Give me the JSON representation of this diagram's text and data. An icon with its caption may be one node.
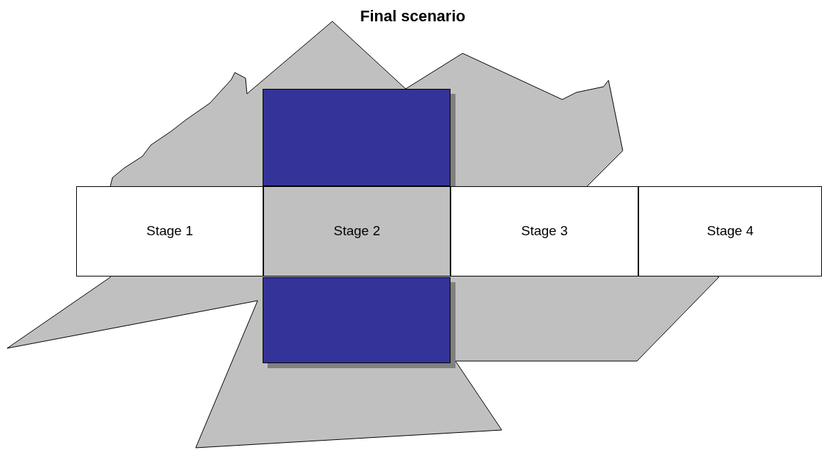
{
  "diagram": {
    "title": "Final scenario",
    "nodes": [
      {
        "text": [],
        "shape": "box"
      },
      {
        "text": [
          "Stage 1"
        ]
      },
      {
        "text": [
          "Stage 2"
        ]
      },
      {
        "text": [
          "Stage 3"
        ]
      },
      {
        "text": [
          "Stage 4"
        ]
      },
      {
        "text": [],
        "shape": "box"
      }
    ]
  }
}
